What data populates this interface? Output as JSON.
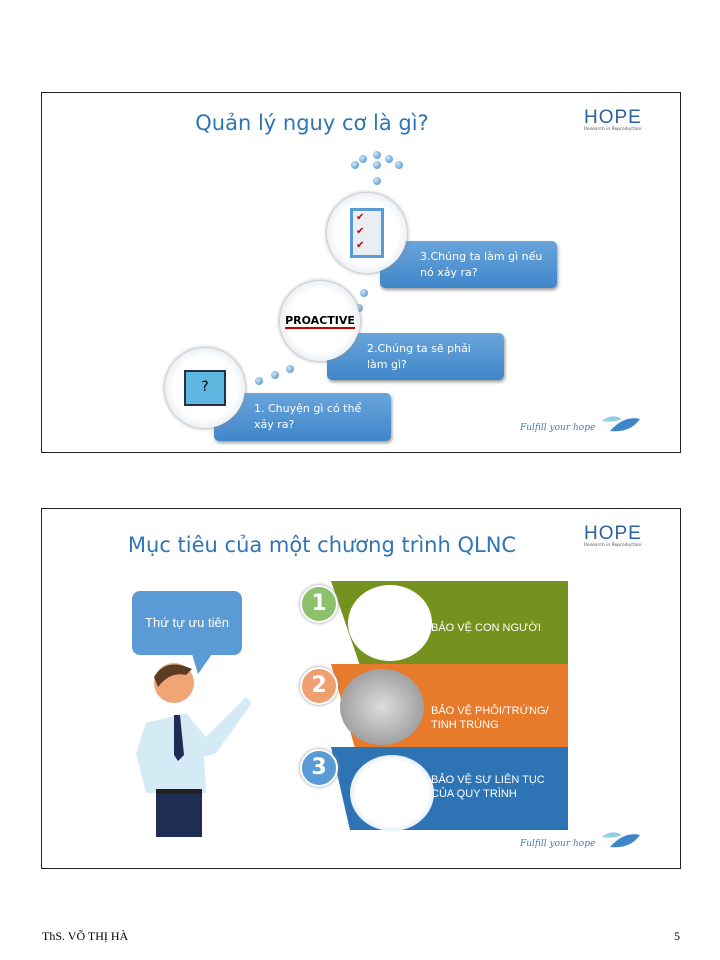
{
  "slide1": {
    "title": "Quản lý nguy cơ là gì?",
    "logo": {
      "name": "HOPE",
      "subtitle": "Research in Reproduction"
    },
    "steps": [
      {
        "text": "1. Chuyện gì có thể xảy ra?"
      },
      {
        "text": "2.Chúng ta sẽ phải làm gì?",
        "image_text": "PROACTIVE"
      },
      {
        "text": "3.Chúng ta làm gì nếu nó xảy ra?"
      }
    ],
    "tagline": "Fulfill your hope"
  },
  "slide2": {
    "title": "Mục tiêu của một chương trình QLNC",
    "logo": {
      "name": "HOPE",
      "subtitle": "Research in Reproduction"
    },
    "bubble": "Thứ tự ưu tiên",
    "items": [
      {
        "num": "1",
        "label": "BẢO VỆ CON NGƯỜI",
        "color": "#76921e"
      },
      {
        "num": "2",
        "label": "BẢO VỆ PHÔI/TRỨNG/ TINH TRÙNG",
        "color": "#e87a2c"
      },
      {
        "num": "3",
        "label": "BẢO VỆ SỰ LIÊN TỤC CỦA QUY TRÌNH",
        "color": "#2e74b5"
      }
    ],
    "tagline": "Fulfill your hope"
  },
  "footer": {
    "author": "ThS. VÕ THỊ HÀ",
    "page": "5"
  }
}
